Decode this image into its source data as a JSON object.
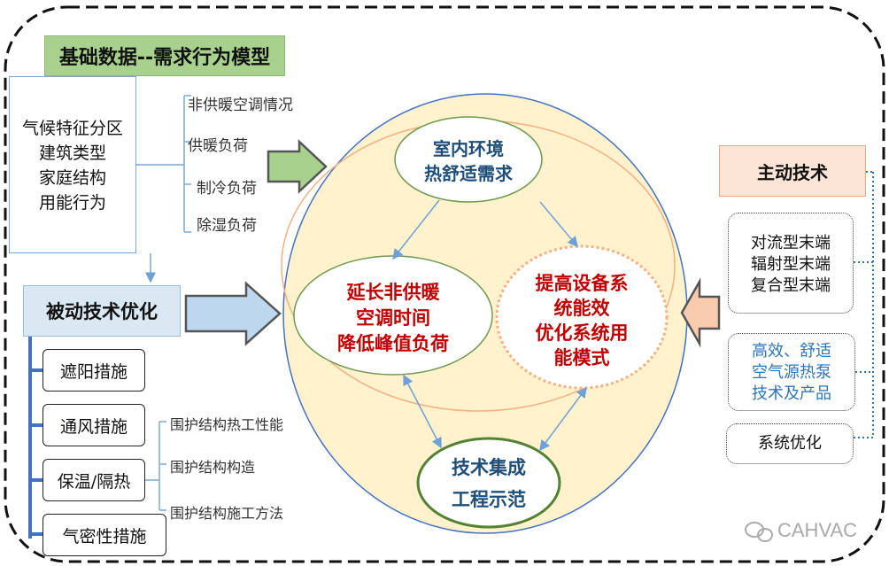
{
  "title": "基础数据--需求行为模型",
  "basic_categories": [
    "气候特征分区",
    "建筑类型",
    "家庭结构",
    "用能行为"
  ],
  "loads": [
    "非供暖空调情况",
    "供暖负荷",
    "制冷负荷",
    "除湿负荷"
  ],
  "passive": {
    "title": "被动技术优化",
    "measures": [
      "遮阳措施",
      "通风措施",
      "保温/隔热",
      "气密性措施"
    ],
    "envelope": [
      "围护结构热工性能",
      "围护结构构造",
      "围护结构施工方法"
    ]
  },
  "center": {
    "top": [
      "室内环境",
      "热舒适需求"
    ],
    "left": [
      "延长非供暖",
      "空调时间",
      "降低峰值负荷"
    ],
    "right": [
      "提高设备系",
      "统能效",
      "优化系统用",
      "能模式"
    ],
    "bottom": [
      "技术集成",
      "工程示范"
    ]
  },
  "active": {
    "title": "主动技术",
    "terminals": [
      "对流型末端",
      "辐射型末端",
      "复合型末端"
    ],
    "heat_pump": [
      "高效、舒适",
      "空气源热泵",
      "技术及产品"
    ],
    "system": "系统优化"
  },
  "watermark": "CAHVAC",
  "colors": {
    "green": "#a9d18e",
    "blue": "#bdd7ee",
    "orange": "#f8cbad",
    "center_fill": "#fff2cc",
    "red_text": "#c00000",
    "blue_text": "#1f4e79",
    "green_border": "#548235"
  }
}
